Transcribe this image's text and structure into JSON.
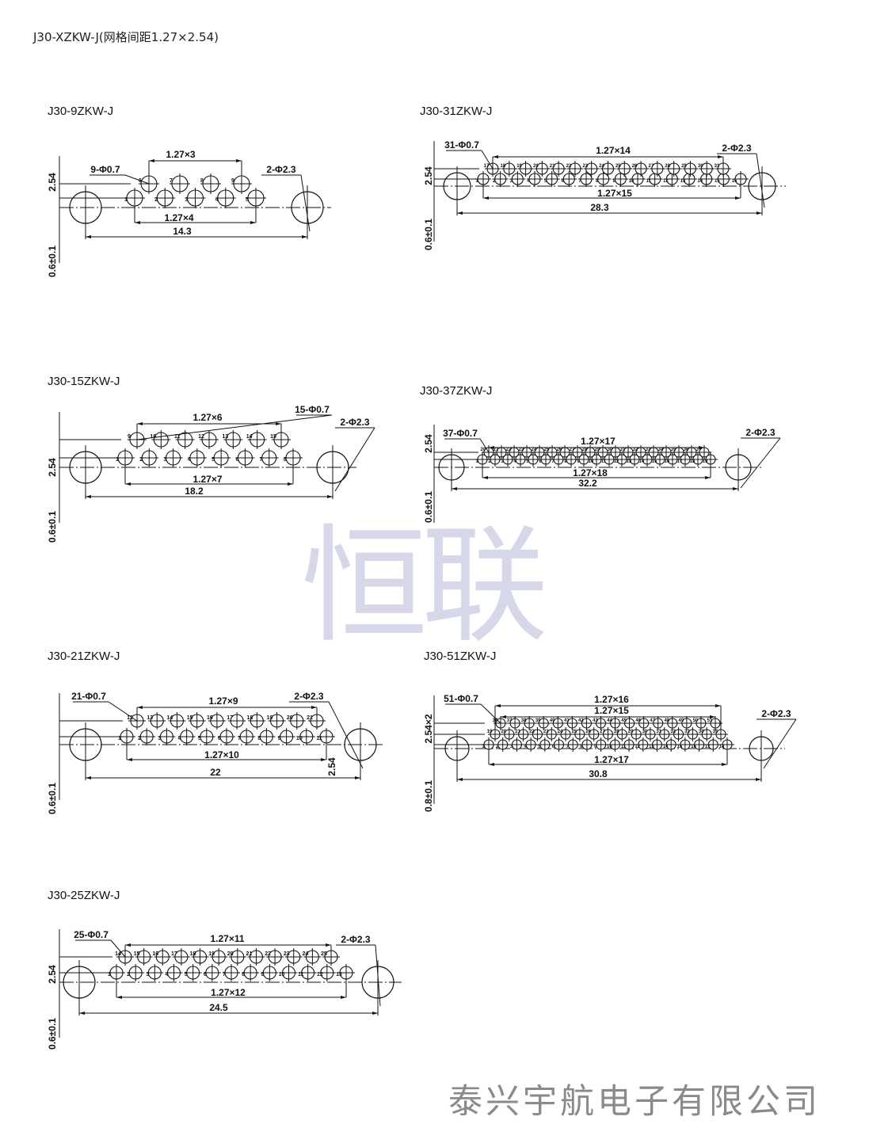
{
  "header": "J30-XZKW-J(网格间距1.27×2.54)",
  "watermark": "恒联",
  "footer": "泰兴宇航电子有限公司",
  "drawings": [
    {
      "title": "J30-9ZKW-J",
      "pin_callout": "9-Φ0.7",
      "hole_callout": "2-Φ2.3",
      "top_dims": [
        "1.27×3"
      ],
      "bottom_dim": "1.27×4",
      "overall_dim": "14.3",
      "height_dim": "2.54",
      "offset_dim": "0.6±0.1",
      "pins_per_row": [
        5,
        4
      ]
    },
    {
      "title": "J30-31ZKW-J",
      "pin_callout": "31-Φ0.7",
      "hole_callout": "2-Φ2.3",
      "top_dims": [
        "1.27×14"
      ],
      "bottom_dim": "1.27×15",
      "overall_dim": "28.3",
      "height_dim": "2.54",
      "offset_dim": "0.6±0.1",
      "pins_per_row": [
        16,
        15
      ]
    },
    {
      "title": "J30-15ZKW-J",
      "pin_callout": "15-Φ0.7",
      "hole_callout": "2-Φ2.3",
      "top_dims": [
        "1.27×6"
      ],
      "bottom_dim": "1.27×7",
      "overall_dim": "18.2",
      "height_dim": "2.54",
      "offset_dim": "0.6±0.1",
      "pins_per_row": [
        8,
        7
      ]
    },
    {
      "title": "J30-37ZKW-J",
      "pin_callout": "37-Φ0.7",
      "hole_callout": "2-Φ2.3",
      "top_dims": [
        "1.27×17"
      ],
      "bottom_dim": "1.27×18",
      "overall_dim": "32.2",
      "height_dim": "2.54",
      "offset_dim": "0.6±0.1",
      "pins_per_row": [
        19,
        18
      ]
    },
    {
      "title": "J30-21ZKW-J",
      "pin_callout": "21-Φ0.7",
      "hole_callout": "2-Φ2.3",
      "top_dims": [
        "1.27×9"
      ],
      "bottom_dim": "1.27×10",
      "overall_dim": "22",
      "height_dim": "2.54",
      "offset_dim": "0.6±0.1",
      "pins_per_row": [
        11,
        10
      ]
    },
    {
      "title": "J30-51ZKW-J",
      "pin_callout": "51-Φ0.7",
      "hole_callout": "2-Φ2.3",
      "top_dims": [
        "1.27×16",
        "1.27×15"
      ],
      "bottom_dim": "1.27×17",
      "overall_dim": "30.8",
      "height_dim": "2.54×2",
      "offset_dim": "0.8±0.1",
      "pins_per_row": [
        18,
        17,
        16
      ]
    },
    {
      "title": "J30-25ZKW-J",
      "pin_callout": "25-Φ0.7",
      "hole_callout": "2-Φ2.3",
      "top_dims": [
        "1.27×11"
      ],
      "bottom_dim": "1.27×12",
      "overall_dim": "24.5",
      "height_dim": "2.54",
      "offset_dim": "0.6±0.1",
      "pins_per_row": [
        13,
        12
      ]
    }
  ]
}
